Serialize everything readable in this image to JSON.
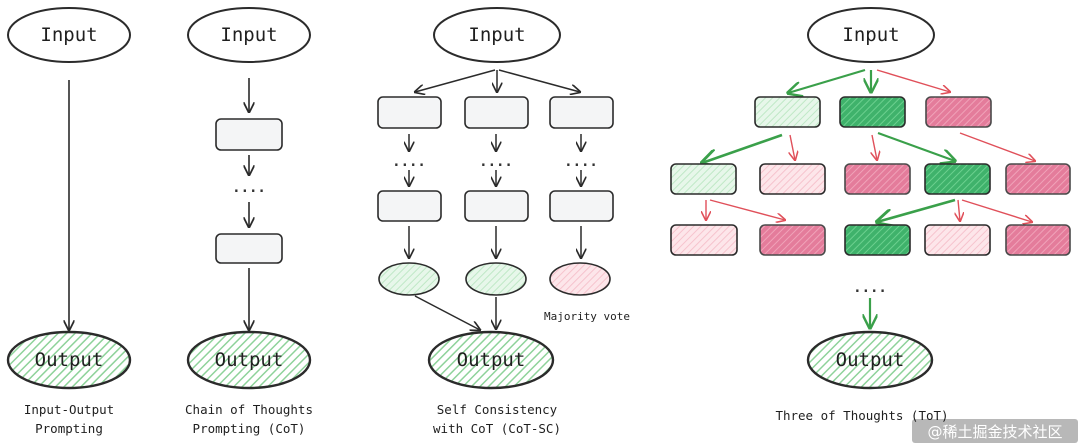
{
  "labels": {
    "input": "Input",
    "output": "Output",
    "dots": "....",
    "majority_vote": "Majority vote",
    "watermark": "@稀土掘金技术社区"
  },
  "captions": {
    "io": [
      "Input-Output",
      "Prompting"
    ],
    "cot": [
      "Chain of Thoughts",
      "Prompting (CoT)"
    ],
    "cotsc": [
      "Self Consistency",
      "with CoT (CoT-SC)"
    ],
    "tot": [
      "Three of Thoughts (ToT)"
    ]
  },
  "colors": {
    "stroke": "#2b2b2b",
    "thought_fill": "#f4f5f6",
    "green_light": "#d6f3db",
    "green_dark": "#4fc07a",
    "pink_light": "#fbdbe1",
    "pink_dark": "#e46a8b",
    "arrow_green": "#3aa04a",
    "arrow_red": "#e0505a",
    "hatch": "#8ed29a"
  }
}
